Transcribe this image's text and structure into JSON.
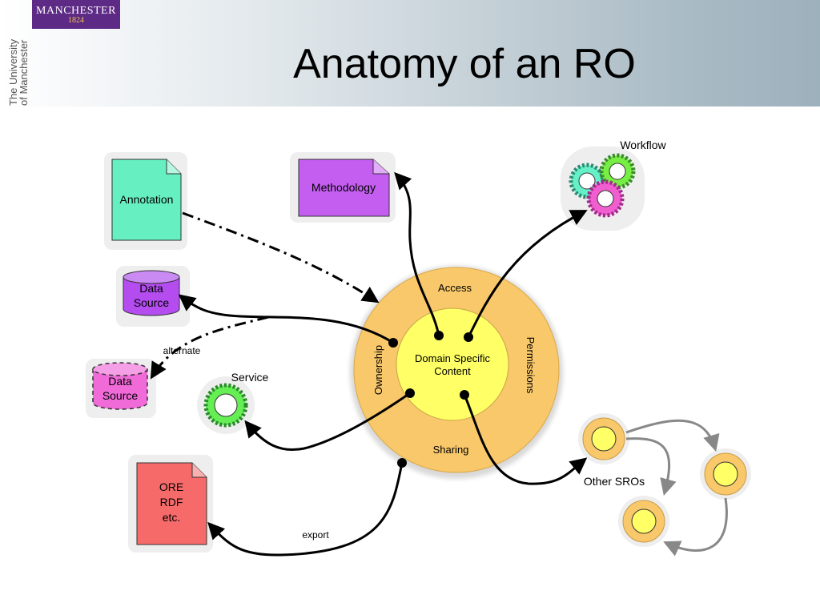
{
  "header": {
    "logo_main": "MANCHESTER",
    "logo_year": "1824",
    "university_line1": "The University",
    "university_line2": "of Manchester",
    "title": "Anatomy of an RO"
  },
  "diagram": {
    "center": {
      "inner_line1": "Domain Specific",
      "inner_line2": "Content",
      "ring_top": "Access",
      "ring_left": "Ownership",
      "ring_right": "Permissions",
      "ring_bottom": "Sharing"
    },
    "nodes": {
      "annotation": "Annotation",
      "methodology": "Methodology",
      "workflow": "Workflow",
      "data_source_1_line1": "Data",
      "data_source_1_line2": "Source",
      "data_source_2_line1": "Data",
      "data_source_2_line2": "Source",
      "service": "Service",
      "ore_line1": "ORE",
      "ore_line2": "RDF",
      "ore_line3": "etc.",
      "other_sros": "Other SROs"
    },
    "edge_labels": {
      "alternate": "alternate",
      "export": "export"
    },
    "colors": {
      "annotation": "#66f0c2",
      "methodology": "#c45ef0",
      "data_source": "#b44cf0",
      "data_source_alt": "#f06ad8",
      "ore": "#f76a6a",
      "ring": "#f9c86a",
      "core": "#ffff66",
      "service_gear": "#66ee55",
      "workflow_teal": "#66f0c8",
      "workflow_green": "#77ee44",
      "workflow_pink": "#f05ecf"
    }
  }
}
